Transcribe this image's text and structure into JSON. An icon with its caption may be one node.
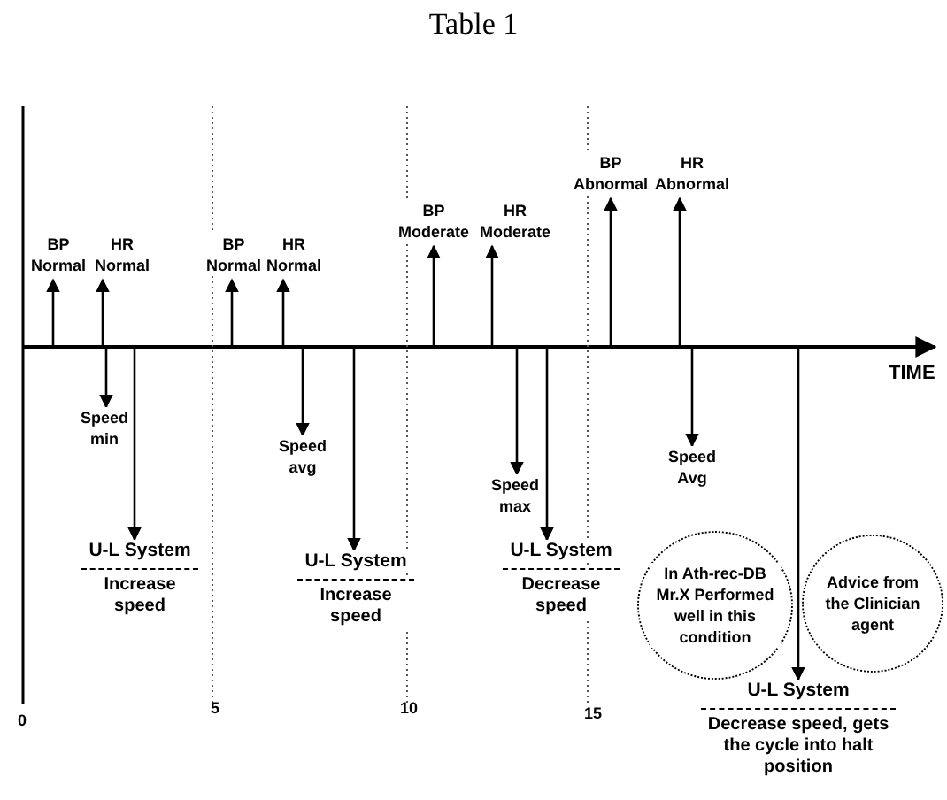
{
  "diagram": {
    "title": "Table 1",
    "nodes": [
      {
        "text": [
          "BP Normal"
        ]
      },
      {
        "text": [
          "HR Normal"
        ]
      },
      {
        "text": [
          "Speed min"
        ]
      },
      {
        "text": [
          "U-L System",
          "Increase speed"
        ]
      },
      {
        "text": [
          "BP Normal"
        ]
      },
      {
        "text": [
          "HR Normal"
        ]
      },
      {
        "text": [
          "Speed avg"
        ]
      },
      {
        "text": [
          "U-L System",
          "Increase speed"
        ]
      },
      {
        "text": [
          "BP Moderate"
        ]
      },
      {
        "text": [
          "HR Moderate"
        ]
      },
      {
        "text": [
          "Speed max"
        ]
      },
      {
        "text": [
          "U-L System",
          "Decrease speed"
        ]
      },
      {
        "text": [
          "BP Abnormal"
        ]
      },
      {
        "text": [
          "HR Abnormal"
        ]
      },
      {
        "text": [
          "Speed Avg"
        ]
      },
      {
        "text": [
          "In Ath-rec-DB Mr.X Performed well in this condition"
        ]
      },
      {
        "text": [
          "Advice from the Clinician agent"
        ]
      },
      {
        "text": [
          "U-L System",
          "Decrease speed, gets the cycle into halt position"
        ]
      }
    ],
    "edges": [
      {
        "from": null,
        "to": 0,
        "arrow": "to"
      },
      {
        "from": null,
        "to": 1,
        "arrow": "to"
      },
      {
        "from": null,
        "to": 2,
        "arrow": "to"
      },
      {
        "from": null,
        "to": 3,
        "arrow": "to"
      },
      {
        "from": null,
        "to": 4,
        "arrow": "to"
      },
      {
        "from": null,
        "to": 5,
        "arrow": "to"
      },
      {
        "from": null,
        "to": 6,
        "arrow": "to"
      },
      {
        "from": null,
        "to": 7,
        "arrow": "to"
      },
      {
        "from": null,
        "to": 8,
        "arrow": "to"
      },
      {
        "from": null,
        "to": 9,
        "arrow": "to"
      },
      {
        "from": null,
        "to": 10,
        "arrow": "to"
      },
      {
        "from": null,
        "to": 11,
        "arrow": "to"
      },
      {
        "from": null,
        "to": 12,
        "arrow": "to"
      },
      {
        "from": null,
        "to": 13,
        "arrow": "to"
      },
      {
        "from": null,
        "to": 14,
        "arrow": "to"
      },
      {
        "from": null,
        "to": 17,
        "arrow": "to"
      }
    ],
    "labels": [
      "TIME",
      "0",
      "5",
      "10",
      "15"
    ]
  }
}
